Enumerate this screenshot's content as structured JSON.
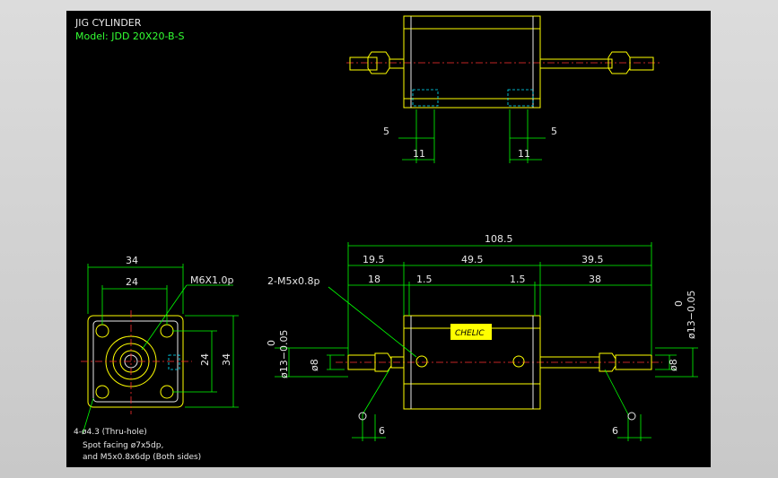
{
  "title": "JIG CYLINDER",
  "model": "Model: JDD 20X20-B-S",
  "top_view": {
    "dims": {
      "left_slot": "5",
      "right_slot": "5",
      "left_width": "11",
      "right_width": "11"
    }
  },
  "end_view": {
    "dims": {
      "width_outer": "34",
      "width_inner": "24",
      "height_inner": "24",
      "height_outer": "34"
    },
    "thread_label": "M6X1.0p",
    "hole_note": "4-ø4.3 (Thru-hole)",
    "spot_note_1": "Spot facing ø7x5dp,",
    "spot_note_2": "and M5x0.8x6dp (Both sides)"
  },
  "side_view": {
    "dims": {
      "overall": "108.5",
      "left_seg": "19.5",
      "mid_seg": "49.5",
      "right_seg": "39.5",
      "port_offset": "18",
      "left_gap": "1.5",
      "right_gap": "1.5",
      "right_rod": "38",
      "rod_dia_left": "ø8",
      "rod_dia_right": "ø8",
      "tol_left_top": "0",
      "tol_left_bottom": "ø13−0.05",
      "tol_right_top": "0",
      "tol_right_bottom": "ø13−0.05",
      "left_bottom": "6",
      "right_bottom": "6"
    },
    "port_label": "2-M5x0.8p",
    "brand": "CHELIC"
  },
  "colors": {
    "background": "#000000",
    "outline": "#ffff00",
    "dimension": "#00ff00",
    "centerline": "#ff3030",
    "hidden": "#00e5ff",
    "text": "#e8e8e8"
  }
}
